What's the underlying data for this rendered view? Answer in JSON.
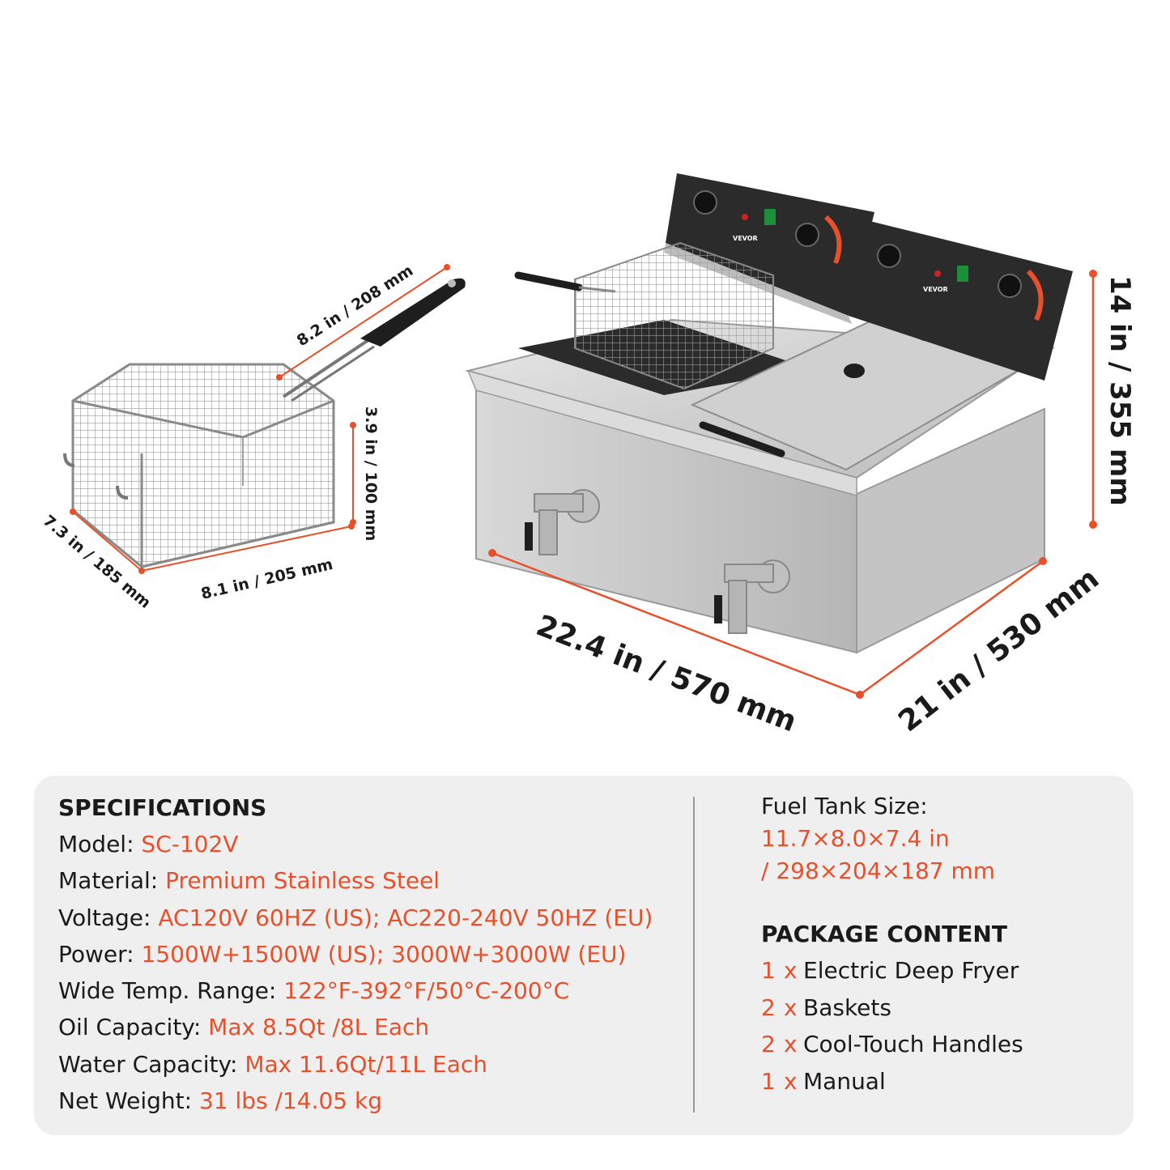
{
  "dimensions": {
    "basket_length": "8.2 in / 208 mm",
    "basket_height": "3.9 in / 100 mm",
    "basket_depth": "7.3 in / 185 mm",
    "basket_width": "8.1 in / 205 mm",
    "fryer_height": "14 in / 355 mm",
    "fryer_width": "22.4 in / 570 mm",
    "fryer_depth": "21 in / 530 mm"
  },
  "brand_label": "VEVOR",
  "accent_color": "#e8502b",
  "specs": {
    "heading": "SPECIFICATIONS",
    "rows": [
      {
        "label": "Model: ",
        "value": "SC-102V"
      },
      {
        "label": "Material: ",
        "value": "Premium Stainless Steel"
      },
      {
        "label": "Voltage: ",
        "value": "AC120V 60HZ (US); AC220-240V 50HZ (EU)"
      },
      {
        "label": "Power: ",
        "value": "1500W+1500W (US); 3000W+3000W (EU)"
      },
      {
        "label": "Wide Temp. Range: ",
        "value": "122°F-392°F/50°C-200°C"
      },
      {
        "label": "Oil Capacity: ",
        "value": "Max 8.5Qt /8L Each"
      },
      {
        "label": "Water Capacity: ",
        "value": "Max 11.6Qt/11L Each"
      },
      {
        "label": "Net Weight: ",
        "value": "31 lbs /14.05 kg"
      }
    ]
  },
  "fuel_tank": {
    "label": "Fuel Tank Size:",
    "value_line1": "11.7×8.0×7.4 in",
    "value_line2": "/ 298×204×187 mm"
  },
  "package": {
    "heading": "PACKAGE CONTENT",
    "items": [
      {
        "qty": "1",
        "x": "x",
        "name": "Electric Deep Fryer"
      },
      {
        "qty": "2",
        "x": "x",
        "name": "Baskets"
      },
      {
        "qty": "2",
        "x": "x",
        "name": "Cool-Touch Handles"
      },
      {
        "qty": "1",
        "x": "x",
        "name": "Manual"
      }
    ]
  }
}
